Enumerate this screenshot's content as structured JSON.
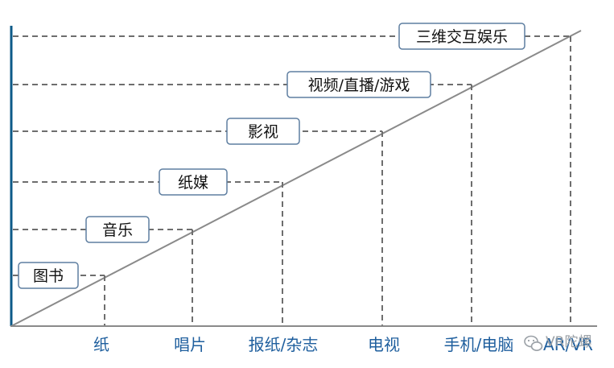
{
  "diagram": {
    "colors": {
      "axis": "#0d5a88",
      "diagonal": "#8a8a8a",
      "dashed": "#6e6e6e",
      "box_border": "#5f7fa1",
      "x_label": "#1f5f9e"
    },
    "levels": [
      {
        "content": "图书",
        "medium": "纸"
      },
      {
        "content": "音乐",
        "medium": "唱片"
      },
      {
        "content": "纸媒",
        "medium": "报纸/杂志"
      },
      {
        "content": "影视",
        "medium": "电视"
      },
      {
        "content": "视频/直播/游戏",
        "medium": "手机/电脑"
      },
      {
        "content": "三维交互娱乐",
        "medium": "AR/VR"
      }
    ],
    "watermark": {
      "text": "VR陀螺",
      "icon": "wechat-icon"
    }
  }
}
